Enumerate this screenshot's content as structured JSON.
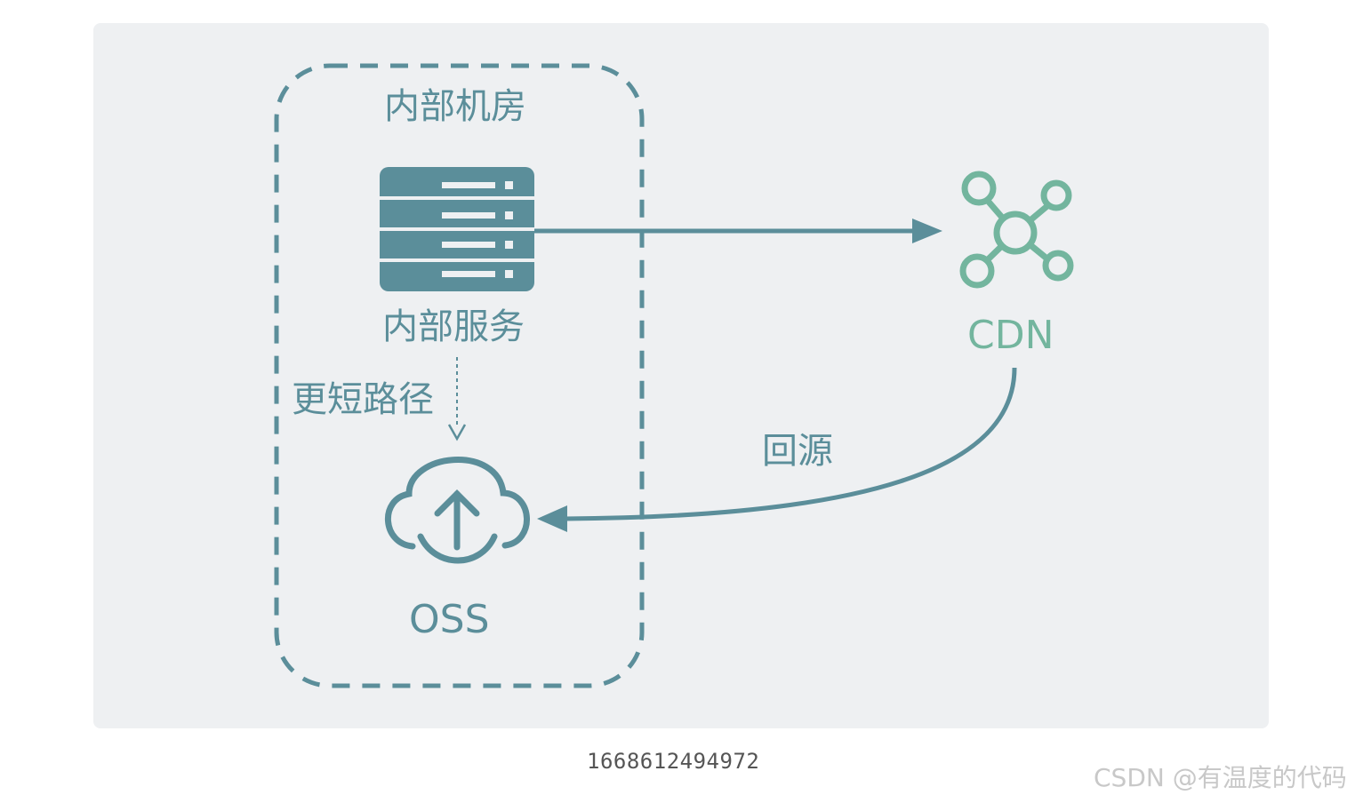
{
  "diagram": {
    "zone_title": "内部机房",
    "service_label": "内部服务",
    "short_path_label": "更短路径",
    "oss_label": "OSS",
    "cdn_label": "CDN",
    "origin_label": "回源"
  },
  "caption": "1668612494972",
  "watermark": "CSDN @有温度的代码",
  "colors": {
    "panel_background": "#eef0f2",
    "primary_teal": "#5b8e9a",
    "cdn_green": "#73b59e"
  },
  "icons": {
    "server": "server-rack-icon",
    "cdn": "network-hub-icon",
    "oss": "cloud-upload-icon"
  }
}
